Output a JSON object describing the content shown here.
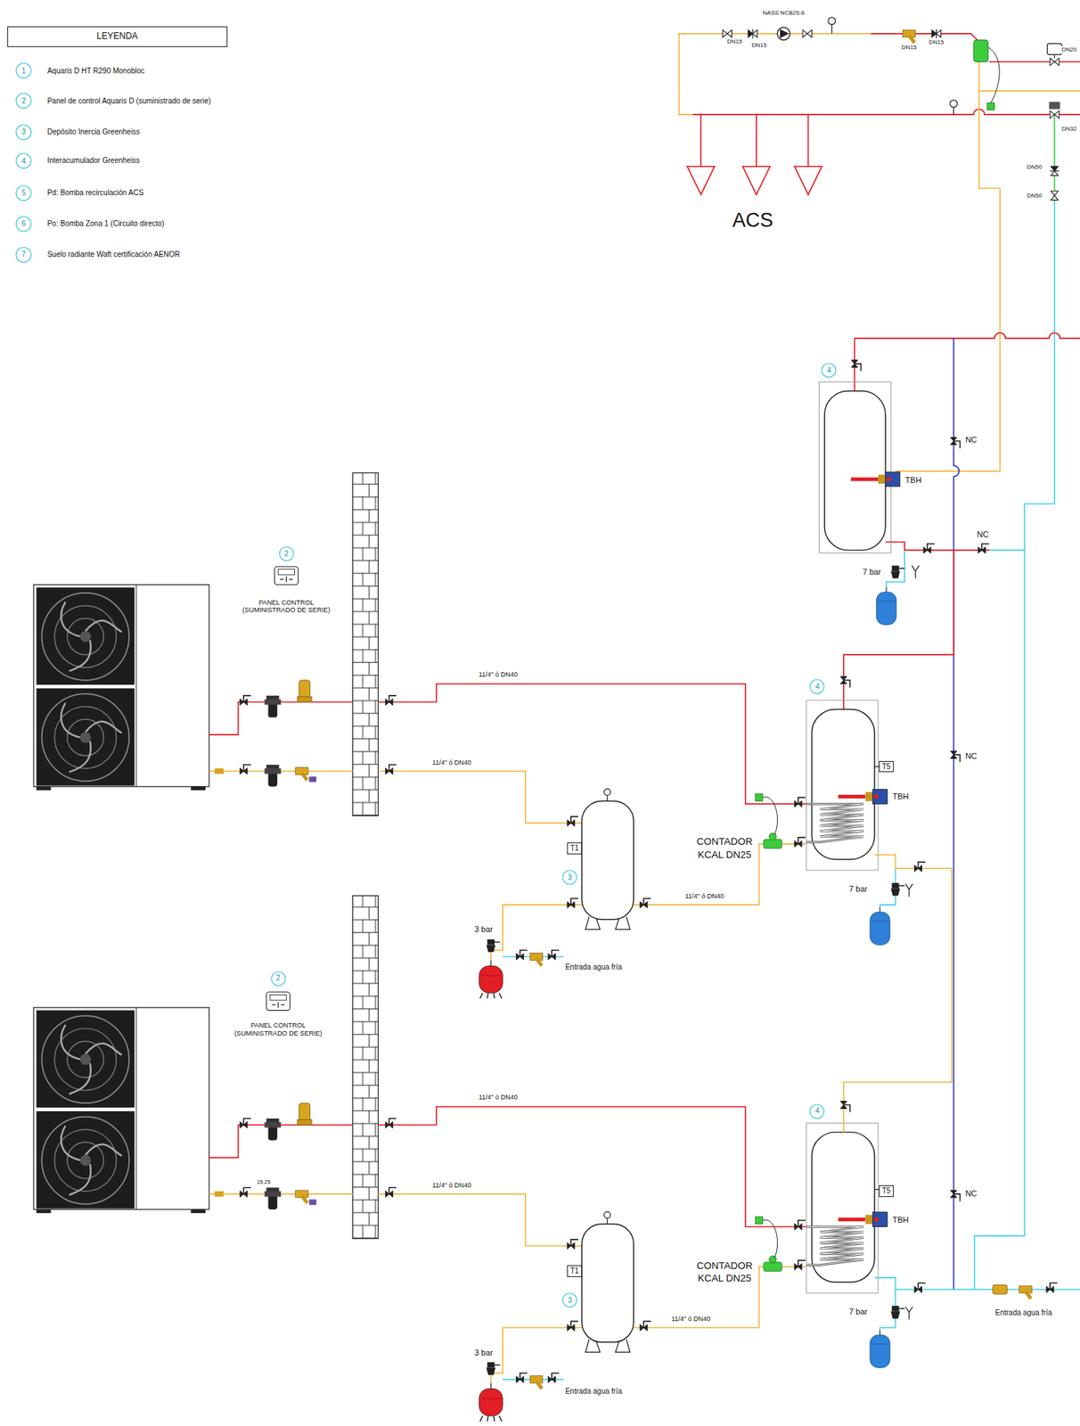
{
  "diagram": {
    "nodes": [
      {
        "text": [
          "LEYENDA"
        ]
      },
      {
        "text": [
          "1"
        ]
      },
      {
        "text": [
          "2"
        ]
      },
      {
        "text": [
          "3"
        ]
      },
      {
        "text": [
          "4"
        ]
      },
      {
        "text": [
          "5"
        ]
      },
      {
        "text": [
          "6"
        ]
      },
      {
        "text": [
          "7"
        ]
      },
      {
        "text": [
          "4"
        ]
      },
      {
        "text": [
          "2"
        ]
      },
      {
        "text": [
          "4"
        ]
      },
      {
        "text": [
          "T5"
        ]
      },
      {
        "text": [
          "T1"
        ]
      },
      {
        "text": [
          "3"
        ]
      },
      {
        "text": [
          "2"
        ]
      },
      {
        "text": [
          "4"
        ]
      },
      {
        "text": [
          "T5"
        ]
      },
      {
        "text": [
          "T1"
        ]
      },
      {
        "text": [
          "3"
        ]
      }
    ],
    "labels": [
      "NASS NCB25-6",
      "DN15",
      "DN15",
      "DN15",
      "DN15",
      "DN20",
      "DN32",
      "DN50",
      "DN50",
      "ACS",
      "NC",
      "NC",
      "7 bar",
      "TBH",
      "PANEL CONTROL (SUMINISTRADO DE SERIE)",
      "11/4\" ó DN40",
      "11/4\" ó DN40",
      "TBH",
      "CONTADOR KCAL DN25",
      "NC",
      "7 bar",
      "11/4\" ó DN40",
      "3 bar",
      "Entrada agua fría",
      "PANEL CONTROL (SUMINISTRADO DE SERIE)",
      "11/4\" ó DN40",
      "15.25",
      "11/4\" ó DN40",
      "NC",
      "TBH",
      "CONTADOR KCAL DN25",
      "7 bar",
      "Entrada agua fría",
      "11/4\" ó DN40",
      "3 bar",
      "Entrada agua fría"
    ],
    "legend": [
      {
        "text": "Aquaris D HT R290 Monobloc"
      },
      {
        "text": "Panel de control Aquaris D (suministrado de serie)"
      },
      {
        "text": "Depósito Inercia Greenheiss"
      },
      {
        "text": "Interacumulador Greenheiss"
      },
      {
        "text": "Pd: Bomba recirculación ACS"
      },
      {
        "text": "Po: Bomba Zona 1 (Circuito directo)"
      },
      {
        "text": "Suelo radiante Waft certificación AENOR"
      }
    ]
  }
}
